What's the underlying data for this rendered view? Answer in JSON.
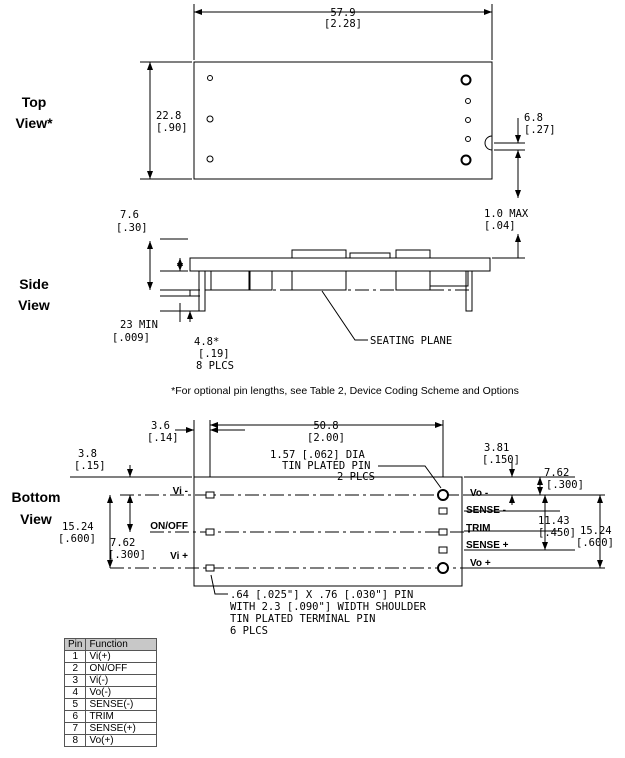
{
  "views": {
    "top": [
      "Top",
      "View*"
    ],
    "side": [
      "Side",
      "View"
    ],
    "bottom": [
      "Bottom",
      "View"
    ]
  },
  "dims": {
    "top_length": [
      "57.9",
      "[2.28]"
    ],
    "top_width": [
      "22.8",
      "[.90]"
    ],
    "notch": [
      "6.8",
      "[.27]"
    ],
    "max_height": [
      "1.0 MAX",
      "[.04]"
    ],
    "side_height": [
      "7.6",
      "[.30]"
    ],
    "pin_min": [
      "23 MIN",
      "[.009]"
    ],
    "pin_len": [
      "4.8*",
      "[.19]",
      "8 PLCS"
    ],
    "seating": "SEATING PLANE",
    "b_36": [
      "3.6",
      "[.14]"
    ],
    "b_508": [
      "50.8",
      "[2.00]"
    ],
    "b_38": [
      "3.8",
      "[.15]"
    ],
    "b_dia": [
      "1.57 [.062] DIA",
      "TIN PLATED PIN",
      "2 PLCS"
    ],
    "b_381": [
      "3.81",
      "[.150]"
    ],
    "b_762r": [
      "7.62",
      "[.300]"
    ],
    "b_1143": [
      "11.43",
      "[.450]"
    ],
    "b_1524r": [
      "15.24",
      "[.600]"
    ],
    "b_1524l": [
      "15.24",
      "[.600]"
    ],
    "b_762l": [
      "7.62",
      "[.300]"
    ],
    "b_pin": [
      ".64 [.025\"]  X .76 [.030\"] PIN",
      "WITH 2.3 [.090\"] WIDTH SHOULDER",
      "TIN PLATED TERMINAL PIN",
      "6 PLCS"
    ]
  },
  "note": "*For optional pin lengths, see Table 2, Device Coding Scheme and Options",
  "pins_left": [
    "Vi -",
    "ON/OFF",
    "Vi +"
  ],
  "pins_right": [
    "Vo -",
    "SENSE -",
    "TRIM",
    "SENSE +",
    "Vo +"
  ],
  "pin_table": {
    "headers": [
      "Pin",
      "Function"
    ],
    "rows": [
      [
        "1",
        "Vi(+)"
      ],
      [
        "2",
        "ON/OFF"
      ],
      [
        "3",
        "Vi(-)"
      ],
      [
        "4",
        "Vo(-)"
      ],
      [
        "5",
        "SENSE(-)"
      ],
      [
        "6",
        "TRIM"
      ],
      [
        "7",
        "SENSE(+)"
      ],
      [
        "8",
        "Vo(+)"
      ]
    ]
  }
}
